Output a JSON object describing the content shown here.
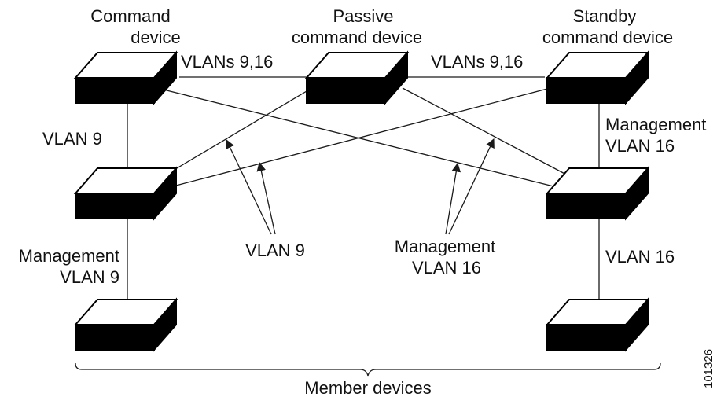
{
  "devices": {
    "command": {
      "label_line1": "Command",
      "label_line2": "device"
    },
    "passive": {
      "label_line1": "Passive",
      "label_line2": "command device"
    },
    "standby": {
      "label_line1": "Standby",
      "label_line2": "command device"
    },
    "members": {
      "label": "Member devices"
    }
  },
  "links": {
    "command_passive": "VLANs 9,16",
    "passive_standby": "VLANs 9,16",
    "command_member": "VLAN 9",
    "standby_member": {
      "line1": "Management",
      "line2": "VLAN 16"
    },
    "member_left_lower": {
      "line1": "Management",
      "line2": "VLAN 9"
    },
    "member_right_lower": "VLAN 16"
  },
  "callouts": {
    "vlan9": "VLAN 9",
    "mgmt16": {
      "line1": "Management",
      "line2": "VLAN 16"
    }
  },
  "figure_id": "101326"
}
